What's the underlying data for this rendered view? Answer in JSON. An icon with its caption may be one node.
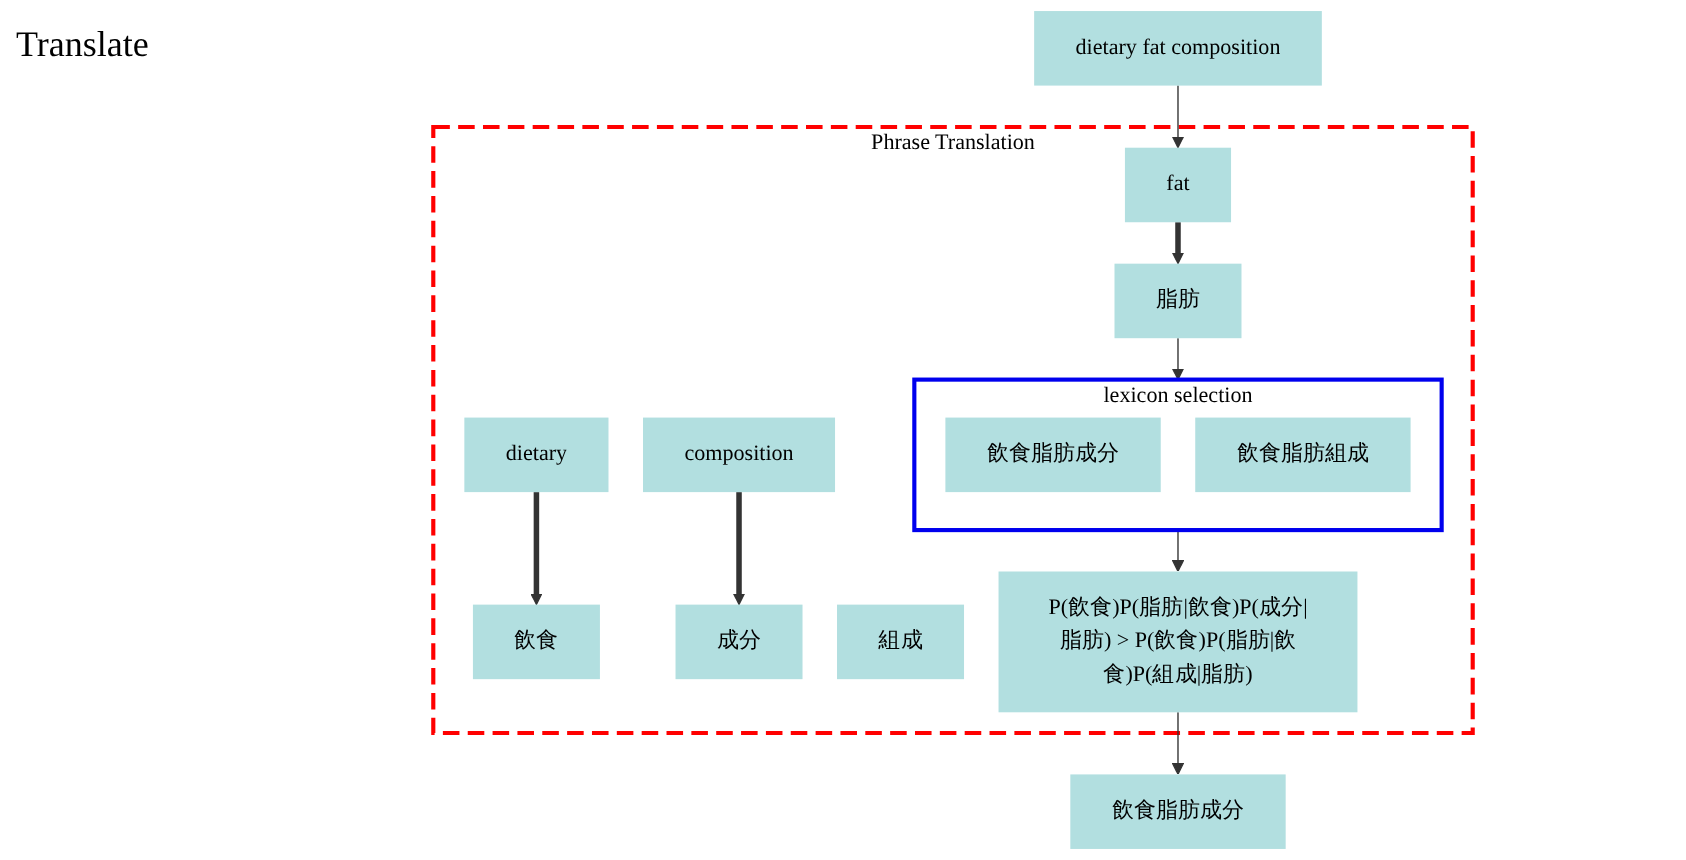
{
  "diagram": {
    "nodes": [
      {
        "text": [
          "dietary fat composition"
        ]
      },
      {
        "text": [
          "Phrase Translation"
        ]
      },
      {
        "text": [
          "dietary"
        ],
        "in": 1
      },
      {
        "text": [
          "fat"
        ],
        "in": 1
      },
      {
        "text": [
          "composition"
        ],
        "in": 1
      },
      {
        "text": [
          "飲食"
        ],
        "in": 1
      },
      {
        "text": [
          "脂肪"
        ],
        "in": 1
      },
      {
        "text": [
          "成分"
        ],
        "in": 1
      },
      {
        "text": [
          "組成"
        ],
        "in": 1
      },
      {
        "text": [
          "lexicon selection"
        ],
        "in": 1
      },
      {
        "text": [
          "飲食脂肪成分"
        ],
        "in": 9
      },
      {
        "text": [
          "飲食脂肪組成"
        ],
        "in": 9
      },
      {
        "text": [
          "P(飲食)P(脂肪|飲食)P(成分|脂肪) > P(飲食)P(脂肪|飲食)P(組成|脂肪)"
        ],
        "in": 1
      },
      {
        "text": [
          "飲食脂肪成分"
        ]
      }
    ],
    "edges": [
      {
        "from": 0,
        "to": 3,
        "arrow": "to"
      },
      {
        "from": 2,
        "to": 5,
        "arrow": "to",
        "style": "thick"
      },
      {
        "from": 3,
        "to": 6,
        "arrow": "to",
        "style": "thick"
      },
      {
        "from": 4,
        "to": 7,
        "arrow": "to",
        "style": "thick"
      },
      {
        "from": 6,
        "to": 9,
        "arrow": "to"
      },
      {
        "from": 9,
        "to": 12,
        "arrow": "to"
      },
      {
        "from": 12,
        "to": 13,
        "arrow": "to"
      }
    ],
    "labels": [
      "Translate"
    ]
  }
}
